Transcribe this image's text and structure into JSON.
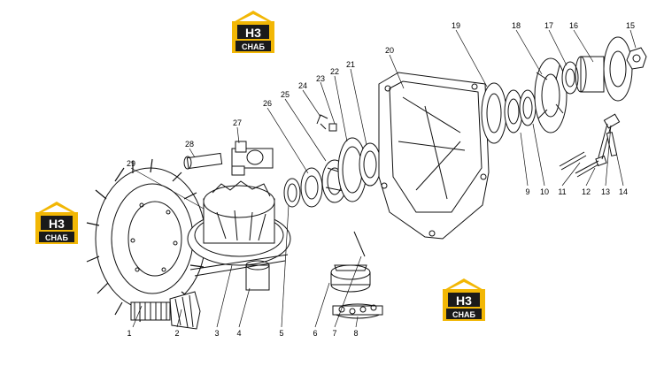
{
  "brand": {
    "mark": "H3",
    "wordmark": "CHAБ",
    "colors": {
      "accent": "#f2b705",
      "dark": "#1a1a1a",
      "text": "#ffffff"
    }
  },
  "callouts": [
    "1",
    "2",
    "3",
    "4",
    "5",
    "6",
    "7",
    "8",
    "9",
    "10",
    "11",
    "12",
    "13",
    "14",
    "15",
    "16",
    "17",
    "18",
    "19",
    "20",
    "21",
    "22",
    "23",
    "24",
    "25",
    "26",
    "27",
    "28",
    "29"
  ]
}
